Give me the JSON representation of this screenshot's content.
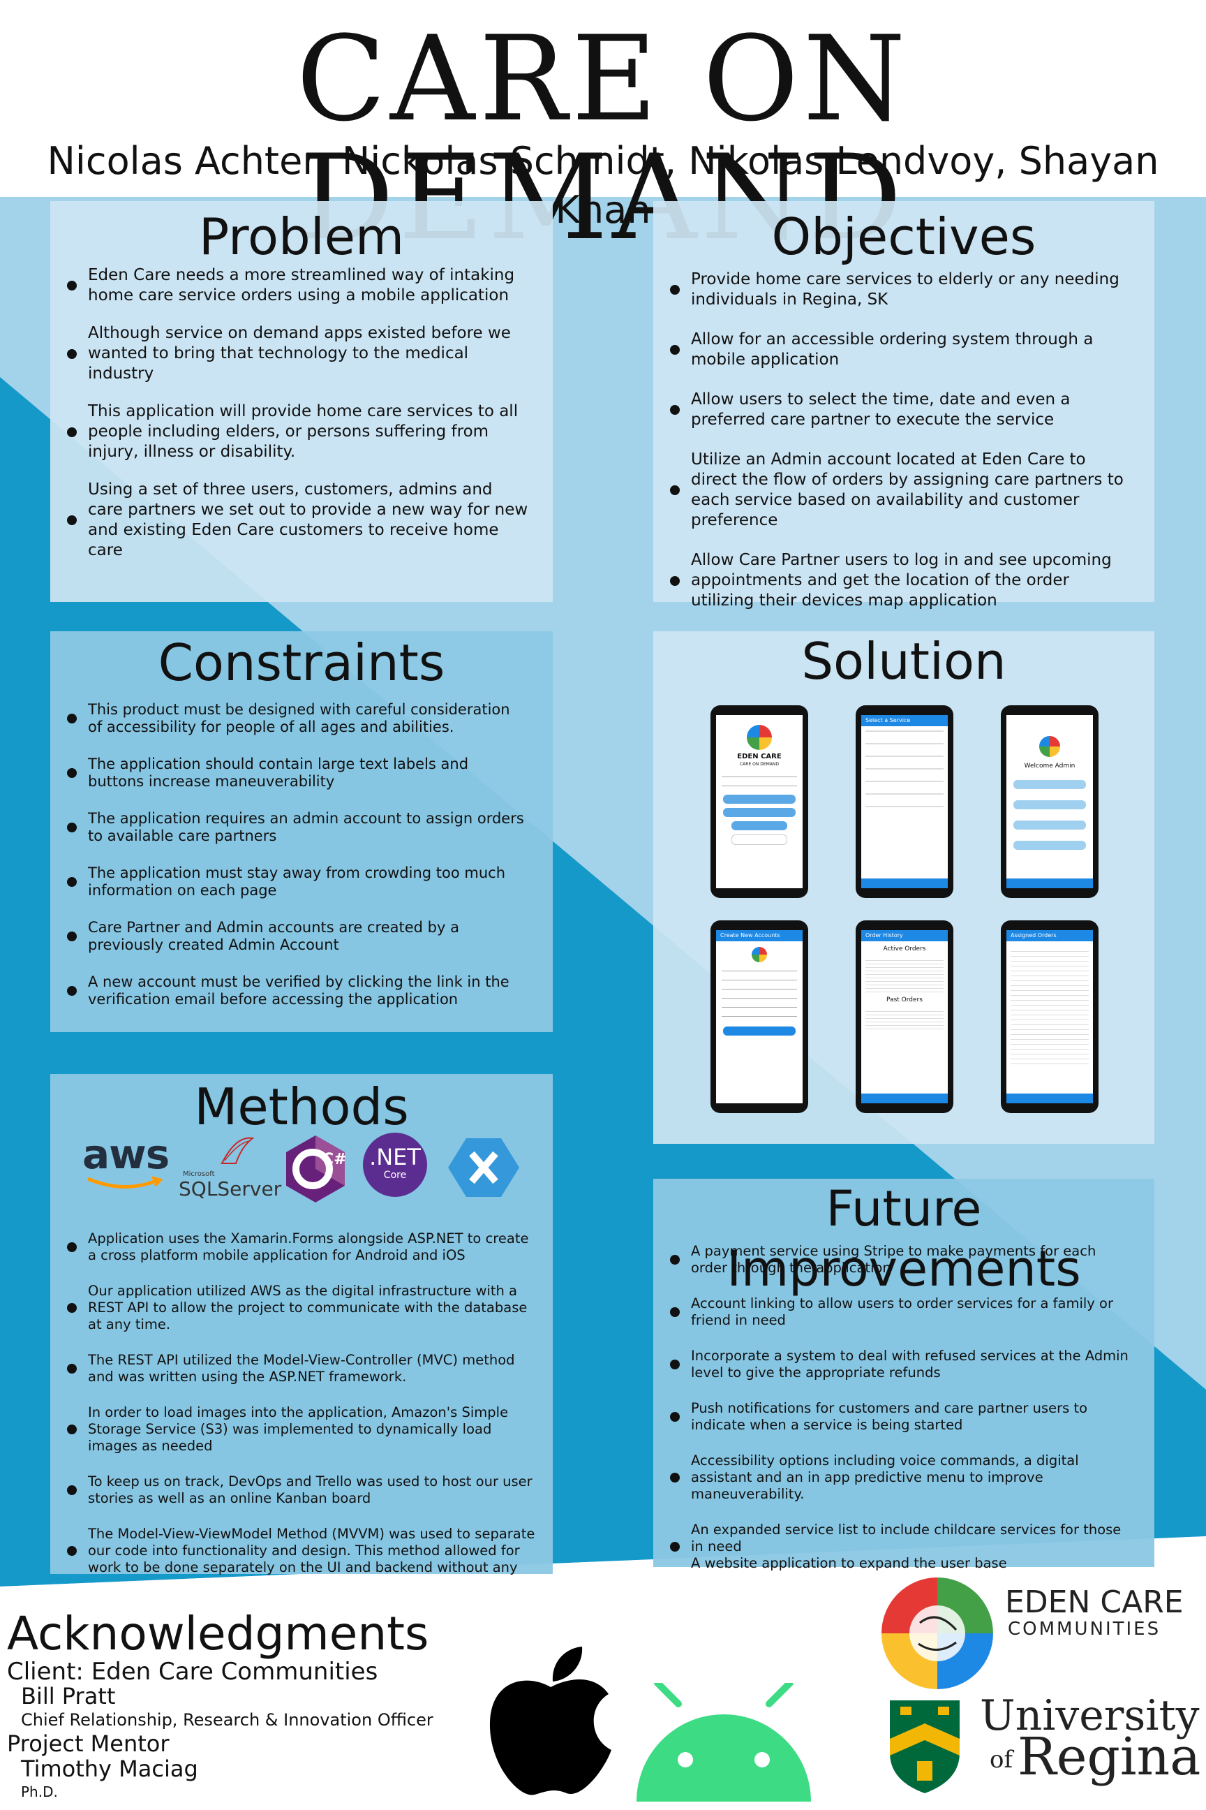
{
  "header": {
    "title": "CARE ON DEMAND",
    "authors": "Nicolas Achter, Nickolas Schmidt, Nikolas Lendvoy, Shayan Khan"
  },
  "colors": {
    "light_blue": "#a3d3ea",
    "dark_blue": "#1499c8",
    "panel_light": "#cee5f3",
    "panel_mid": "#8cc8e4"
  },
  "problem": {
    "heading": "Problem",
    "items": [
      "Eden Care needs a more streamlined way of intaking home care service orders using a mobile application",
      "Although service on demand apps existed before we wanted to bring that technology to the medical industry",
      "This application will provide home care services to all people including elders, or persons suffering from injury, illness or disability.",
      "Using a set of three users, customers, admins and care partners we set out to provide a new way for new and existing Eden Care customers to receive home care"
    ]
  },
  "objectives": {
    "heading": "Objectives",
    "items": [
      "Provide home care services to elderly or any needing individuals in Regina, SK",
      "Allow for an accessible ordering system through a mobile application",
      "Allow users to select the time, date and even a preferred care partner to execute the service",
      "Utilize an Admin account located at Eden Care to direct the flow of orders by assigning care partners to each service based on availability and customer preference",
      "Allow Care Partner users to log in and see upcoming appointments and get the location of the order utilizing their devices map application"
    ]
  },
  "constraints": {
    "heading": "Constraints",
    "items": [
      "This product must be designed with careful consideration of accessibility for people of all ages and abilities.",
      "The application should contain large text labels and buttons increase maneuverability",
      "The application requires an admin account to assign orders to available care partners",
      "The application must stay away from crowding too much information on each page",
      "Care Partner and Admin accounts are created by a previously created Admin Account",
      "A new account must be verified by clicking the link in the verification email before accessing the application"
    ]
  },
  "solution": {
    "heading": "Solution",
    "screens": {
      "brand_line1": "EDEN CARE",
      "brand_line2": "CARE ON DEMAND",
      "select_service": "Select a Service",
      "welcome": "Welcome Admin",
      "create_account": "Create New Accounts",
      "order_history": "Order History",
      "active_orders": "Active Orders",
      "past_orders": "Past Orders",
      "assigned_orders": "Assigned Orders"
    }
  },
  "methods": {
    "heading": "Methods",
    "logos": {
      "aws": "aws",
      "sql_small": "Microsoft",
      "sql": "SQLServer",
      "csharp": "C#",
      "net": ".NET",
      "net_sub": "Core"
    },
    "items": [
      "Application uses the Xamarin.Forms alongside ASP.NET to create a cross platform mobile application for Android and iOS",
      "Our application utilized AWS as the digital infrastructure with a REST API to allow the project to communicate with the database at any time.",
      "The REST API utilized the Model-View-Controller (MVC) method and was written using the ASP.NET framework.",
      "In order to load images into the application, Amazon's Simple Storage Service (S3) was implemented to dynamically load images as needed",
      "To keep us on track, DevOps and Trello was used to host our user stories as well as an online Kanban board",
      "The Model-View-ViewModel Method (MVVM) was used to separate our code into functionality and design. This method allowed for work to be done separately on the UI and backend without any"
    ]
  },
  "future": {
    "heading": "Future Improvements",
    "items": [
      "A payment service using Stripe to make payments for each order through the application",
      "Account linking to allow users to order services for a family or friend in need",
      "Incorporate a system to deal with refused services at the Admin level to give the appropriate refunds",
      "Push notifications for customers and care partner users to indicate when a service is being started",
      "Accessibility options including voice commands, a digital assistant and an in app predictive menu to improve maneuverability.",
      "An expanded service list to include childcare services for those in need\nA website application to expand the user base"
    ]
  },
  "acknowledgments": {
    "heading": "Acknowledgments",
    "client": "Client: Eden Care Communities",
    "client_person": "Bill Pratt",
    "client_role": "Chief Relationship, Research & Innovation Officer",
    "mentor_label": "Project Mentor",
    "mentor_name": "Timothy Maciag",
    "mentor_degree": "Ph.D."
  },
  "partners": {
    "eden_line1": "EDEN CARE",
    "eden_line2": "COMMUNITIES",
    "uofr_line1": "University",
    "uofr_of": "of",
    "uofr_line2": "Regina"
  }
}
